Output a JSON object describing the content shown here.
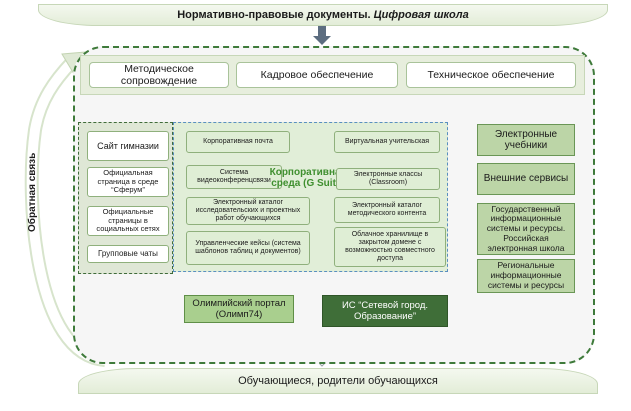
{
  "header": {
    "title_normal": "Нормативно-правовые документы. ",
    "title_italic": "Цифровая школа"
  },
  "top_row": [
    "Методическое сопровождение",
    "Кадровое обеспечение",
    "Техническое обеспечение"
  ],
  "left_panel": {
    "title": "Сайт гимназии",
    "items": [
      "Официальная страница в среде “Сферум”",
      "Официальные страницы в социальных сетях",
      "Групповые чаты"
    ]
  },
  "middle_panel": {
    "center_label": "Корпоративная среда (G Suite)",
    "items": [
      "Корпоративная почта",
      "Виртуальная учительская",
      "Система видеоконференцсвязи",
      "Электронные классы (Classroom)",
      "Электронный каталог исследовательских и проектных работ обучающихся",
      "Электронный каталог методического контента",
      "Управленческие кейсы (система шаблонов таблиц и документов)",
      "Облачное хранилище в закрытом домене с возможностью совместного доступа"
    ]
  },
  "right_boxes": [
    "Электронные учебники",
    "Внешние сервисы",
    "Государственный информационные системы и ресурсы. Российская электронная школа",
    "Региональные информационные системы и ресурсы"
  ],
  "bottom_boxes": {
    "olymp": "Олимпийский портал (Олимп74)",
    "is": "ИС “Сетевой город. Образование”"
  },
  "footer": "Обучающиеся, родители обучающихся",
  "feedback": "Обратная связь",
  "colors": {
    "accent_green": "#3f8f2f",
    "dark_green": "#3f6e38",
    "arrow": "#9aa0a6"
  }
}
